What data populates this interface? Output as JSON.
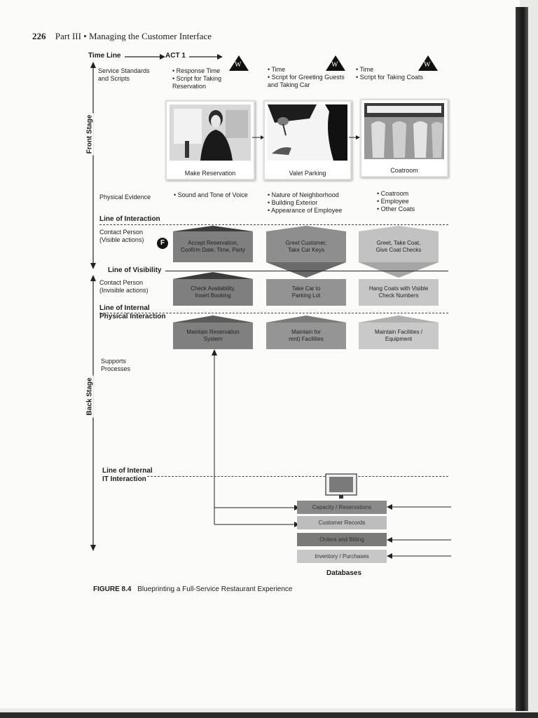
{
  "header": {
    "page_number": "226",
    "title": "Part III • Managing the Customer Interface"
  },
  "timeline": {
    "time_line": "Time Line",
    "act": "ACT 1",
    "marker": "W"
  },
  "row_labels": {
    "service_standards": "Service Standards\nand Scripts",
    "physical_evidence": "Physical Evidence",
    "contact_visible": "Contact Person\n(Visible actions)",
    "contact_invisible": "Contact Person\n(Invisible actions)",
    "supports": "Supports\nProcesses",
    "front_stage": "Front Stage",
    "back_stage": "Back Stage"
  },
  "lines": {
    "interaction": "Line of Interaction",
    "visibility": "Line of Visibility",
    "internal_physical": "Line of Internal\nPhysical Interaction",
    "internal_it": "Line of Internal\nIT Interaction"
  },
  "fail_point": "F",
  "columns": [
    {
      "standards": [
        "Response Time",
        "Script for Taking Reservation"
      ],
      "photo_caption": "Make Reservation",
      "evidence": [
        "Sound and Tone of Voice"
      ],
      "visible": "Accept Reservation,\nConfirm Date, Time, Party",
      "invisible": "Check Availability,\nInsert Booking",
      "support": "Maintain Reservation\nSystem"
    },
    {
      "standards": [
        "Time",
        "Script for Greeting Guests and Taking Car"
      ],
      "photo_caption": "Valet Parking",
      "evidence": [
        "Nature of Neighborhood",
        "Building Exterior",
        "Appearance of Employee"
      ],
      "visible": "Greet Customer,\nTake Car Keys",
      "invisible": "Take Car to\nParking Lot",
      "support": "Maintain for\nrent) Facilities"
    },
    {
      "standards": [
        "Time",
        "Script for Taking Coats"
      ],
      "photo_caption": "Coatroom",
      "evidence": [
        "Coatroom",
        "Employee",
        "Other Coats"
      ],
      "visible": "Greet, Take Coat,\nGive Coat Checks",
      "invisible": "Hang Coats with Visible\nCheck Numbers",
      "support": "Maintain Facilities /\nEquipment"
    }
  ],
  "databases": {
    "rows": [
      "Capacity / Reservations",
      "Customer Records",
      "Orders and Billing",
      "Inventory / Purchases"
    ],
    "label": "Databases"
  },
  "caption": {
    "number": "FIGURE 8.4",
    "text": "Blueprinting a Full-Service Restaurant Experience"
  },
  "colors": {
    "dark_box": "#7f7f7f",
    "mid_box": "#999999",
    "light_box": "#c4c4c4",
    "ink": "#1c1c1c"
  }
}
